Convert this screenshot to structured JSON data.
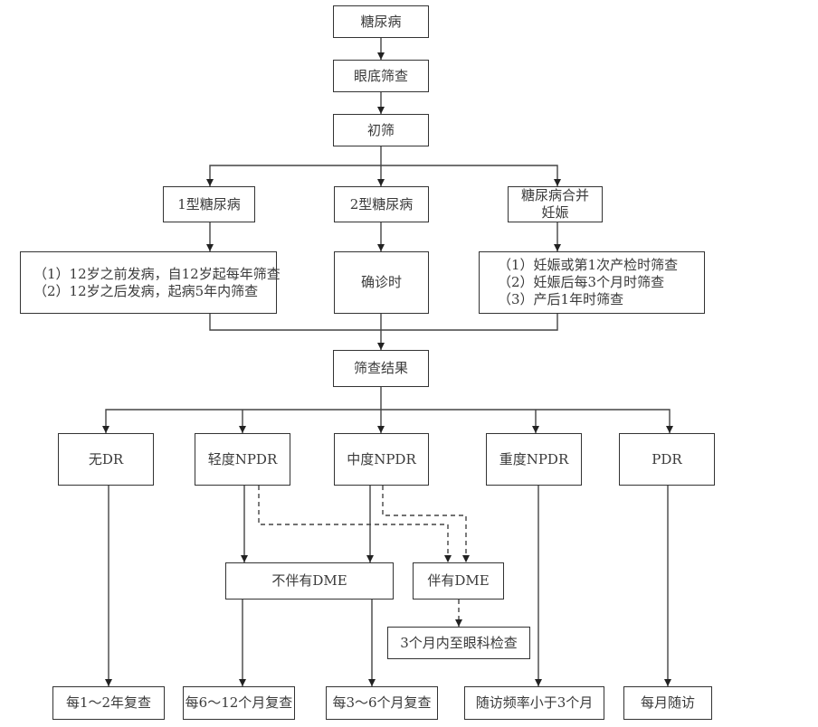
{
  "diagram": {
    "nodes": {
      "diabetes": "糖尿病",
      "fundus_screening": "眼底筛查",
      "initial_screening": "初筛",
      "type1": "1型糖尿病",
      "type2": "2型糖尿病",
      "pregnancy": [
        "糖尿病合并",
        "妊娠"
      ],
      "type1_schedule": [
        "（1）12岁之前发病，自12岁起每年筛查",
        "（2）12岁之后发病，起病5年内筛查"
      ],
      "type2_schedule": "确诊时",
      "pregnancy_schedule": [
        "（1）妊娠或第1次产检时筛查",
        "（2）妊娠后每3个月时筛查",
        "（3）产后1年时筛查"
      ],
      "screening_result": "筛查结果",
      "no_dr": "无DR",
      "mild_npdr": "轻度NPDR",
      "moderate_npdr": "中度NPDR",
      "severe_npdr": "重度NPDR",
      "pdr": "PDR",
      "without_dme": "不伴有DME",
      "with_dme": "伴有DME",
      "ophthalmology_3m": "3个月内至眼科检查",
      "followup_no_dr": "每1～2年复查",
      "followup_6_12m": "每6～12个月复查",
      "followup_3_6m": "每3～6个月复查",
      "followup_lt3m": "随访频率小于3个月",
      "followup_monthly": "每月随访"
    },
    "edges": [
      {
        "from": "diabetes",
        "to": "fundus_screening",
        "style": "solid"
      },
      {
        "from": "fundus_screening",
        "to": "initial_screening",
        "style": "solid"
      },
      {
        "from": "initial_screening",
        "to": "type1",
        "style": "solid"
      },
      {
        "from": "initial_screening",
        "to": "type2",
        "style": "solid"
      },
      {
        "from": "initial_screening",
        "to": "pregnancy",
        "style": "solid"
      },
      {
        "from": "type1",
        "to": "type1_schedule",
        "style": "solid"
      },
      {
        "from": "type2",
        "to": "type2_schedule",
        "style": "solid"
      },
      {
        "from": "pregnancy",
        "to": "pregnancy_schedule",
        "style": "solid"
      },
      {
        "from": "type1_schedule",
        "to": "screening_result",
        "style": "solid"
      },
      {
        "from": "type2_schedule",
        "to": "screening_result",
        "style": "solid"
      },
      {
        "from": "pregnancy_schedule",
        "to": "screening_result",
        "style": "solid"
      },
      {
        "from": "screening_result",
        "to": "no_dr",
        "style": "solid"
      },
      {
        "from": "screening_result",
        "to": "mild_npdr",
        "style": "solid"
      },
      {
        "from": "screening_result",
        "to": "moderate_npdr",
        "style": "solid"
      },
      {
        "from": "screening_result",
        "to": "severe_npdr",
        "style": "solid"
      },
      {
        "from": "screening_result",
        "to": "pdr",
        "style": "solid"
      },
      {
        "from": "mild_npdr",
        "to": "without_dme",
        "style": "solid"
      },
      {
        "from": "moderate_npdr",
        "to": "without_dme",
        "style": "solid"
      },
      {
        "from": "mild_npdr",
        "to": "with_dme",
        "style": "dashed"
      },
      {
        "from": "moderate_npdr",
        "to": "with_dme",
        "style": "dashed"
      },
      {
        "from": "with_dme",
        "to": "ophthalmology_3m",
        "style": "dashed"
      },
      {
        "from": "no_dr",
        "to": "followup_no_dr",
        "style": "solid"
      },
      {
        "from": "without_dme",
        "to": "followup_6_12m",
        "style": "solid"
      },
      {
        "from": "without_dme",
        "to": "followup_3_6m",
        "style": "solid"
      },
      {
        "from": "severe_npdr",
        "to": "followup_lt3m",
        "style": "solid"
      },
      {
        "from": "pdr",
        "to": "followup_monthly",
        "style": "solid"
      }
    ]
  }
}
